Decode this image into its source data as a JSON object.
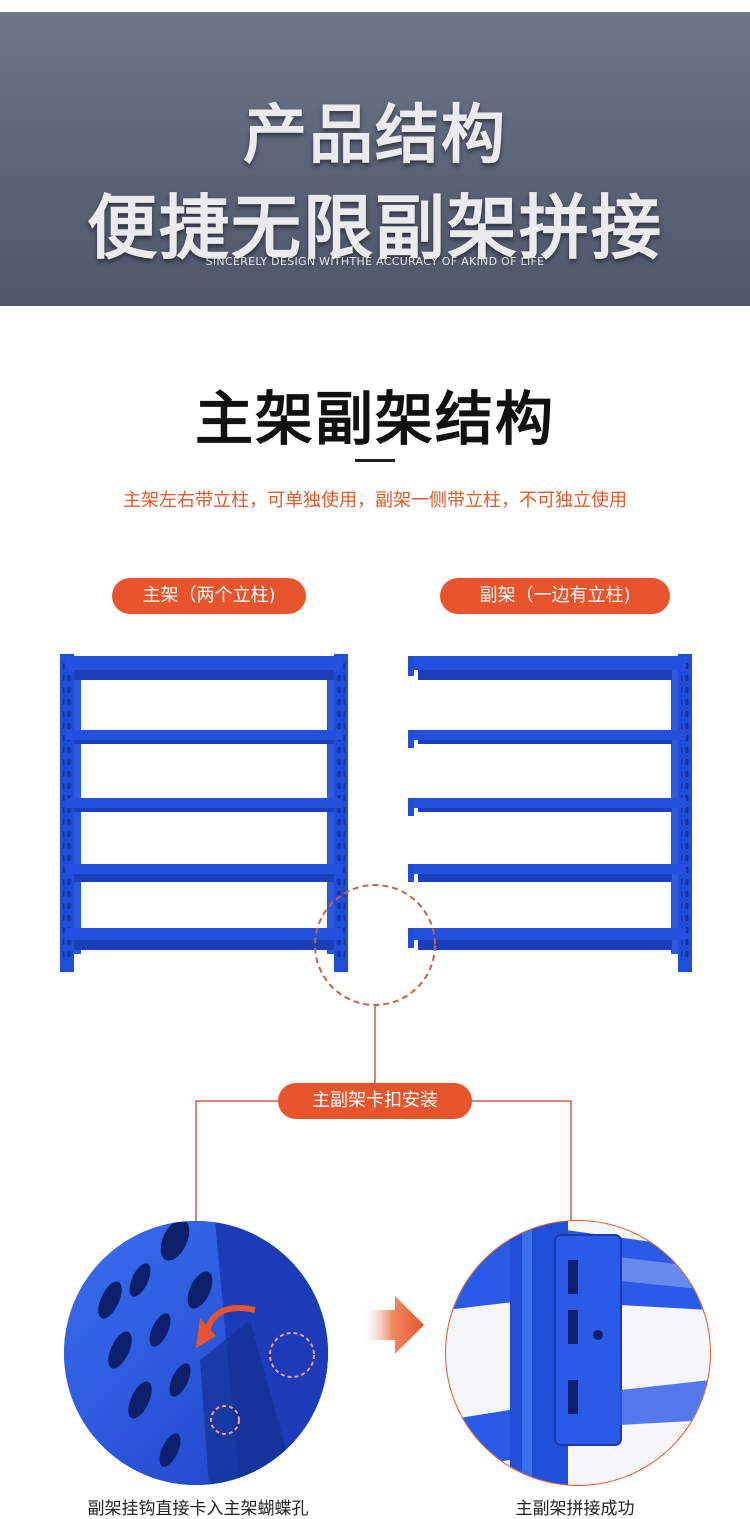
{
  "banner": {
    "title_line1": "产品结构",
    "title_line2": "便捷无限副架拼接",
    "subtitle": "SINCERELY DESIGN WITHTHE ACCURACY OF AKIND OF LIFE"
  },
  "section": {
    "title": "主架副架结构",
    "description": "主架左右带立柱，可单独使用，副架一侧带立柱，不可独立使用"
  },
  "labels": {
    "main_frame": "主架（两个立柱)",
    "sub_frame": "副架（一边有立柱)",
    "install": "主副架卡扣安装"
  },
  "captions": {
    "left": "副架挂钩直接卡入主架蝴蝶孔",
    "right": "主副架拼接成功"
  },
  "colors": {
    "banner": "#5a6174",
    "accent": "#e8542c",
    "rack_blue": "#1f4fd6"
  }
}
